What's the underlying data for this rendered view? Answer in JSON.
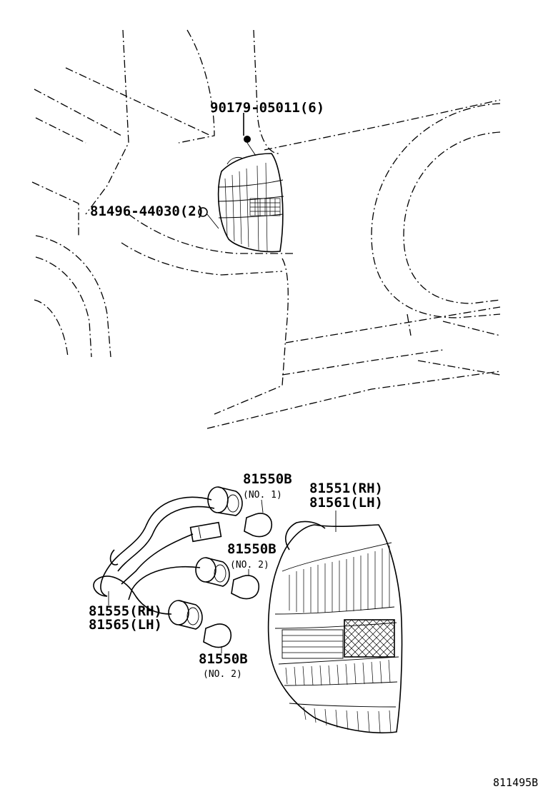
{
  "labels": {
    "clip": "90179-05011(6)",
    "nut": "81496-44030(2)",
    "bulb_no1_part": "81550B",
    "bulb_no1_note": "(NO. 1)",
    "bulb_no2a_part": "81550B",
    "bulb_no2a_note": "(NO. 2)",
    "bulb_no2b_part": "81550B",
    "bulb_no2b_note": "(NO. 2)",
    "lamp_rh": "81551(RH)",
    "lamp_lh": "81561(LH)",
    "socket_rh": "81555(RH)",
    "socket_lh": "81565(LH)",
    "diagram_code": "811495B"
  },
  "colors": {
    "ink": "#000000",
    "paper": "#ffffff"
  }
}
